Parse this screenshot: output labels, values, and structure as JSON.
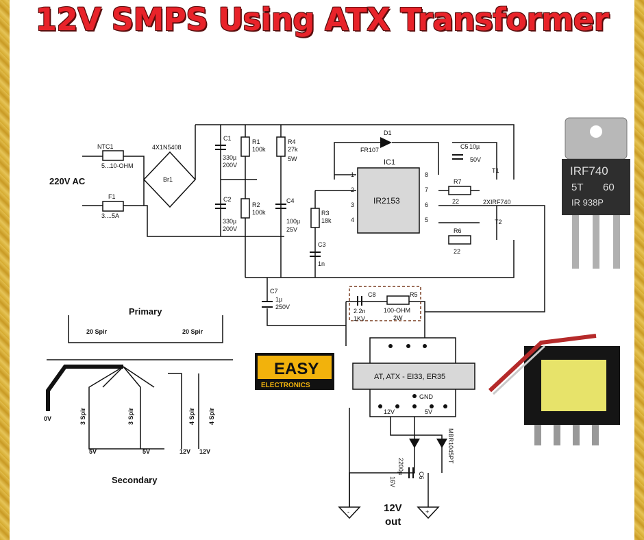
{
  "title": "12V SMPS Using ATX Transformer",
  "mains": {
    "label": "220V  AC",
    "ntc": "NTC1",
    "ntc_value": "5...10-OHM",
    "fuse": "F1",
    "fuse_value": "3....5A"
  },
  "bridge": {
    "part": "4X1N5408",
    "ref": "Br1"
  },
  "caps": {
    "c1": "C1",
    "c1_v1": "330µ",
    "c1_v2": "200V",
    "c2": "C2",
    "c2_v1": "330µ",
    "c2_v2": "200V",
    "c3": "C3",
    "c3_v": "1n",
    "c4": "C4",
    "c4_v1": "100µ",
    "c4_v2": "25V",
    "c5": "C5",
    "c5_v1": "10µ",
    "c5_v2": "50V",
    "c6": "C6",
    "c6_v1": "2200µ",
    "c6_v2": "16V",
    "c7": "C7",
    "c7_v1": "1µ",
    "c7_v2": "250V",
    "c8": "C8",
    "c8_v1": "2.2n",
    "c8_v2": "1KV"
  },
  "resistors": {
    "r1": "R1",
    "r1_v": "100k",
    "r2": "R2",
    "r2_v": "100k",
    "r3": "R3",
    "r3_v": "18k",
    "r4": "R4",
    "r4_v1": "27k",
    "r4_v2": "5W",
    "r5": "R5",
    "r5_v1": "100-OHM",
    "r5_v2": "2W",
    "r6": "R6",
    "r6_v": "22",
    "r7": "R7",
    "r7_v": "22"
  },
  "ic": {
    "ref": "IC1",
    "part": "IR2153",
    "pins": [
      "1",
      "2",
      "3",
      "4",
      "8",
      "7",
      "6",
      "5"
    ]
  },
  "diode": {
    "ref": "D1",
    "part": "FR107"
  },
  "mosfets": {
    "t1": "T1",
    "t2": "T2",
    "part": "2XIRF740"
  },
  "transformer": {
    "label": "AT, ATX - EI33, ER35",
    "gnd": "GND",
    "out12": "12V",
    "out5": "5V",
    "diode": "MBR1045PT"
  },
  "output": {
    "line1": "12V",
    "line2": "out",
    "neg": "-",
    "pos": "+"
  },
  "windings": {
    "primary": "Primary",
    "secondary": "Secondary",
    "p_left": "20 Spir",
    "p_right": "20 Spir",
    "s1": "3 Spir",
    "s2": "3 Spir",
    "s3": "4 Spir",
    "s4": "4 Spir",
    "zero": "0V",
    "v5a": "5V",
    "v5b": "5V",
    "v12a": "12V",
    "v12b": "12V"
  },
  "logo": {
    "line1": "EASY",
    "line2": "ELECTRONICS"
  },
  "photo_labels": {
    "chip1": "IRF740",
    "chip2": "5T",
    "chip3": "60",
    "chip4": "IR 938P"
  }
}
